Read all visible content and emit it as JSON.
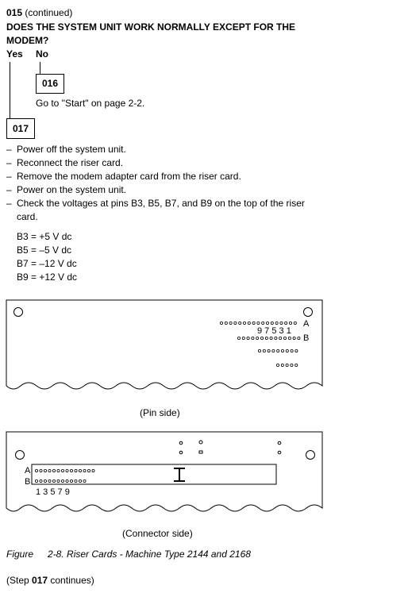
{
  "header": {
    "step_number": "015",
    "step_suffix": " (continued)",
    "question_line1": "DOES THE SYSTEM UNIT WORK NORMALLY EXCEPT FOR THE",
    "question_line2": "MODEM?",
    "yes_label": "Yes",
    "no_label": "No"
  },
  "branch_no": {
    "step": "016",
    "text": "Go to \"Start\" on page  2-2."
  },
  "branch_yes": {
    "step": "017",
    "items": [
      "Power off the system unit.",
      "Reconnect the riser card.",
      "Remove the modem adapter card from the riser card.",
      "Power on the system unit.",
      "Check the voltages at pins B3, B5, B7, and B9 on the top of the riser"
    ],
    "item_continuation": "card.",
    "dash": "–",
    "voltages": [
      "B3 = +5 V dc",
      "B5 = –5 V dc",
      "B7 = –12 V dc",
      "B9 = +12 V dc"
    ]
  },
  "figure": {
    "pin_side_row_a_label": "A",
    "pin_side_row_b_label": "B",
    "pin_side_numbers": "9 7 5 3 1",
    "pin_side_caption": "(Pin side)",
    "connector_row_a_label": "A",
    "connector_row_b_label": "B",
    "connector_numbers": "1 3 5 7 9",
    "connector_caption": "(Connector side)",
    "caption_prefix": "Figure",
    "caption_text": "2-8. Riser Cards - Machine Type 2144 and 2168"
  },
  "footer": {
    "prefix": "(Step ",
    "step": "017",
    "suffix": " continues)"
  }
}
